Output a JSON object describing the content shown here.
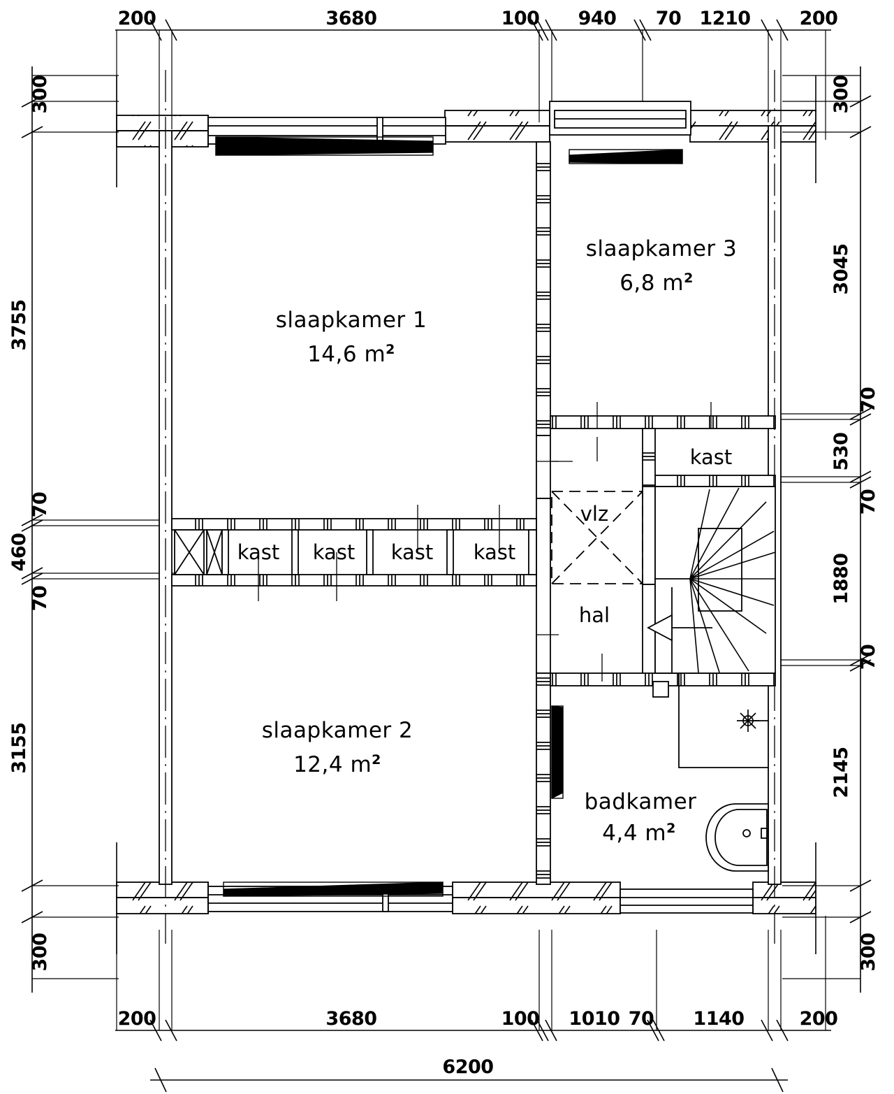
{
  "drawing": {
    "type": "architectural-floor-plan",
    "language": "nl",
    "overall_width_label": "6200",
    "unit": "mm"
  },
  "rooms": [
    {
      "id": "slaapkamer1",
      "name": "slaapkamer 1",
      "area": "14,6",
      "area_unit": "m",
      "sup": "2"
    },
    {
      "id": "slaapkamer2",
      "name": "slaapkamer 2",
      "area": "12,4",
      "area_unit": "m",
      "sup": "2"
    },
    {
      "id": "slaapkamer3",
      "name": "slaapkamer 3",
      "area": "6,8",
      "area_unit": "m",
      "sup": "2"
    },
    {
      "id": "badkamer",
      "name": "badkamer",
      "area": "4,4",
      "area_unit": "m",
      "sup": "2"
    }
  ],
  "spaces": {
    "hal": "hal",
    "vlz": "vlz",
    "kast_closets": [
      "kast",
      "kast",
      "kast",
      "kast"
    ],
    "kast_upper": "kast"
  },
  "dimensions": {
    "top_chain": [
      "200",
      "3680",
      "100",
      "940",
      "70",
      "1210",
      "200"
    ],
    "bottom_chain": [
      "200",
      "3680",
      "100",
      "1010",
      "70",
      "1140",
      "200"
    ],
    "left_chain": [
      "300",
      "3755",
      "70",
      "460",
      "70",
      "3155",
      "300"
    ],
    "right_chain": [
      "300",
      "3045",
      "70",
      "530",
      "70",
      "1880",
      "70",
      "2145",
      "300"
    ],
    "overall_bottom": "6200"
  },
  "labels": {
    "top": {
      "d1": "200",
      "d2": "3680",
      "d3": "100",
      "d4": "940",
      "d5": "70",
      "d6": "1210",
      "d7": "200"
    },
    "bottom": {
      "d1": "200",
      "d2": "3680",
      "d3": "100",
      "d4": "1010",
      "d5": "70",
      "d6": "1140",
      "d7": "200"
    },
    "left": {
      "d1": "300",
      "d2": "3755",
      "d3": "70",
      "d4": "460",
      "d5": "70",
      "d6": "3155",
      "d7": "300"
    },
    "right": {
      "d1": "300",
      "d2": "3045",
      "d3": "70",
      "d4": "530",
      "d5": "70",
      "d6": "1880",
      "d7": "70",
      "d8": "2145",
      "d9": "300"
    },
    "overall": "6200"
  },
  "symbols": {
    "stair": "winder-staircase",
    "stair_direction": "arrow-up-left",
    "washbasin": "washbasin-icon",
    "shower": "shower-head-icon",
    "attic_hatch": "vlz-hatch-icon",
    "radiator": "radiator-wedge-icon"
  },
  "colors": {
    "line": "#000000",
    "background": "#ffffff",
    "fill_solid": "#000000"
  }
}
